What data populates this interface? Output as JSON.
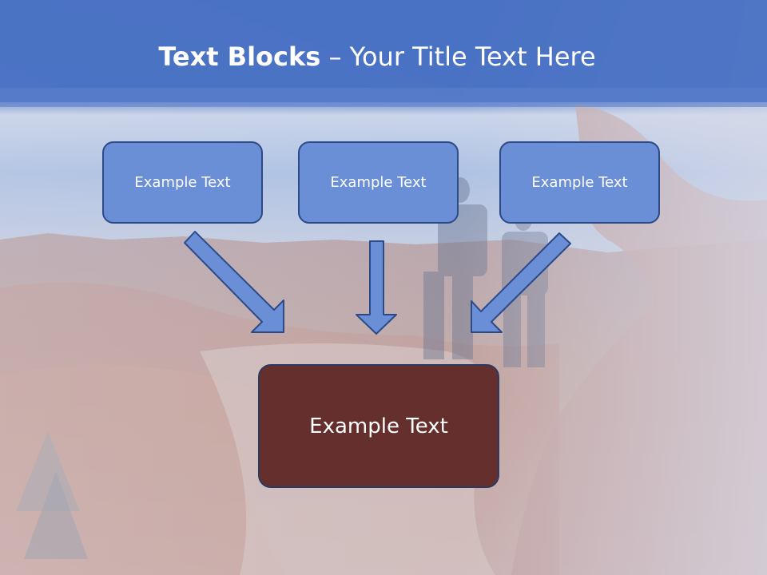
{
  "title": {
    "bold": "Text Blocks",
    "separator": " – ",
    "rest": "Your Title Text Here"
  },
  "blocks": [
    {
      "label": "Example Text"
    },
    {
      "label": "Example Text"
    },
    {
      "label": "Example Text"
    }
  ],
  "result": {
    "label": "Example Text"
  },
  "colors": {
    "header": "#4a72c4",
    "box_fill": "#6a8fd7",
    "box_border": "#2c4a87",
    "result_fill": "#652f2e",
    "arrow_fill": "#6a8fd7"
  }
}
